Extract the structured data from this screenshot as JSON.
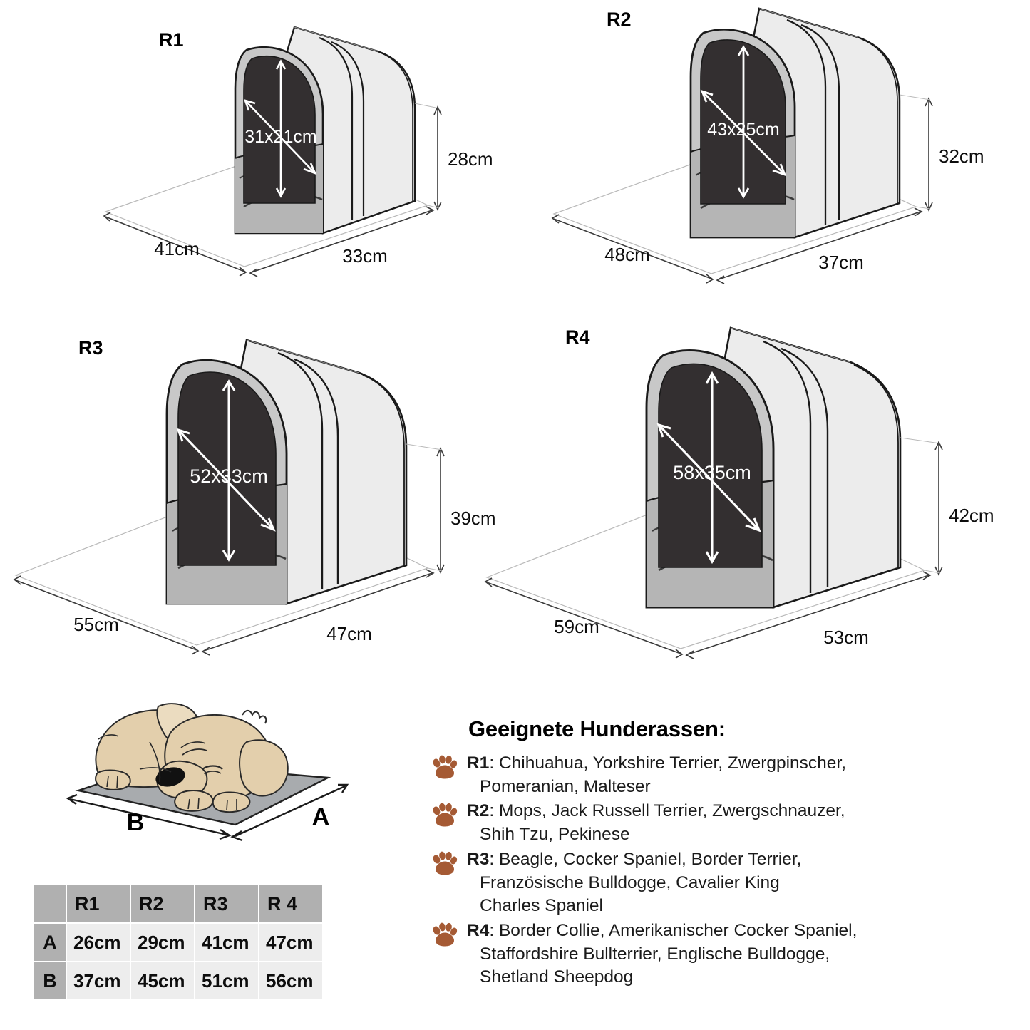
{
  "beds": [
    {
      "id": "R1",
      "label": "R1",
      "interior": "31x21cm",
      "width": "41cm",
      "depth": "33cm",
      "height": "28cm"
    },
    {
      "id": "R2",
      "label": "R2",
      "interior": "43x25cm",
      "width": "48cm",
      "depth": "37cm",
      "height": "32cm"
    },
    {
      "id": "R3",
      "label": "R3",
      "interior": "52x33cm",
      "width": "55cm",
      "depth": "47cm",
      "height": "39cm"
    },
    {
      "id": "R4",
      "label": "R4",
      "interior": "58x35cm",
      "width": "59cm",
      "depth": "53cm",
      "height": "42cm"
    }
  ],
  "mat_diagram": {
    "label_a": "A",
    "label_b": "B"
  },
  "size_table": {
    "corner": "",
    "columns": [
      "R1",
      "R2",
      "R3",
      "R 4"
    ],
    "rows": [
      {
        "label": "A",
        "values": [
          "26cm",
          "29cm",
          "41cm",
          "47cm"
        ]
      },
      {
        "label": "B",
        "values": [
          "37cm",
          "45cm",
          "51cm",
          "56cm"
        ]
      }
    ]
  },
  "breeds": {
    "title": "Geeignete Hunderassen:",
    "paw_icon": "paw-print-icon",
    "items": [
      {
        "code": "R1",
        "line1": "Chihuahua, Yorkshire Terrier, Zwergpinscher,",
        "line2": "Pomeranian, Malteser",
        "line3": ""
      },
      {
        "code": "R2",
        "line1": "Mops, Jack Russell Terrier, Zwergschnauzer,",
        "line2": "Shih Tzu, Pekinese",
        "line3": ""
      },
      {
        "code": "R3",
        "line1": "Beagle, Cocker Spaniel, Border Terrier,",
        "line2": "Französische Bulldogge, Cavalier King",
        "line3": "Charles Spaniel"
      },
      {
        "code": "R4",
        "line1": "Border Collie, Amerikanischer Cocker Spaniel,",
        "line2": "Staffordshire Bullterrier, Englische Bulldogge,",
        "line3": "Shetland Sheepdog"
      }
    ]
  },
  "colors": {
    "paw_brown": "#A55A34",
    "bed_body": "#ECECEC",
    "bed_rim": "#C8C8C8",
    "bed_base": "#B5B5B5",
    "bed_opening": "#332F30",
    "outline": "#1a1a1a",
    "mat_gray": "#A8ABAE",
    "dog_fur": "#E3CFAC",
    "table_header": "#b0b0b0",
    "table_cell": "#ededed"
  }
}
